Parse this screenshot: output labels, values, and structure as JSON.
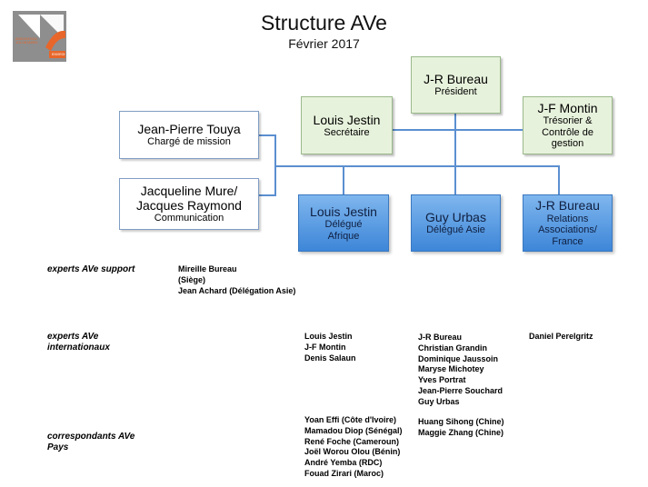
{
  "header": {
    "title": "Structure AVe",
    "subtitle": "Février 2017"
  },
  "logo": {
    "text_lines": [
      "ASSOCIATION",
      "VOLONTAIRES"
    ],
    "badge": "ENVIROI"
  },
  "boxes": {
    "president": {
      "name": "J-R Bureau",
      "role": "Président"
    },
    "secretaire": {
      "name": "Louis Jestin",
      "role": "Secrétaire"
    },
    "tresorier": {
      "name": "J-F Montin",
      "role_lines": [
        "Trésorier &",
        "Contrôle de",
        "gestion"
      ]
    },
    "touya": {
      "name": "Jean-Pierre Touya",
      "role": "Chargé de mission"
    },
    "mure": {
      "name_lines": [
        "Jacqueline Mure/",
        "Jacques Raymond"
      ],
      "role": "Communication"
    },
    "afrique": {
      "name": "Louis Jestin",
      "role_lines": [
        "Délégué",
        "Afrique"
      ]
    },
    "asie": {
      "name": "Guy Urbas",
      "role": "Délégué Asie"
    },
    "relations": {
      "name": "J-R Bureau",
      "role_lines": [
        "Relations",
        "Associations/",
        "France"
      ]
    }
  },
  "sections": {
    "support": {
      "label": "experts AVe support",
      "entries": [
        "Mireille Bureau",
        "(Siège)",
        "Jean Achard (Délégation Asie)"
      ]
    },
    "internationaux": {
      "label_lines": [
        "experts AVe",
        "internationaux"
      ],
      "col1": [
        "Louis Jestin",
        "J-F Montin",
        "Denis Salaun"
      ],
      "col2": [
        "J-R Bureau",
        "Christian Grandin",
        "Dominique Jaussoin",
        "Maryse Michotey",
        "Yves Portrat",
        "Jean-Pierre Souchard",
        "Guy Urbas"
      ],
      "col3": [
        "Daniel Perelgritz"
      ]
    },
    "correspondants": {
      "label_lines": [
        "correspondants AVe",
        "Pays"
      ],
      "col1": [
        "Yoan Effi (Côte d'Ivoire)",
        "Mamadou Diop (Sénégal)",
        "René Foche (Cameroun)",
        "Joël Worou Olou (Bénin)",
        "André Yemba (RDC)",
        "Fouad Zirari (Maroc)"
      ],
      "col2": [
        "Huang Sihong (Chine)",
        "Maggie Zhang (Chine)"
      ]
    }
  },
  "colors": {
    "connector": "#5b8fd0",
    "green_box": "#e7f2dc",
    "blue_box": "#4a90e2"
  }
}
